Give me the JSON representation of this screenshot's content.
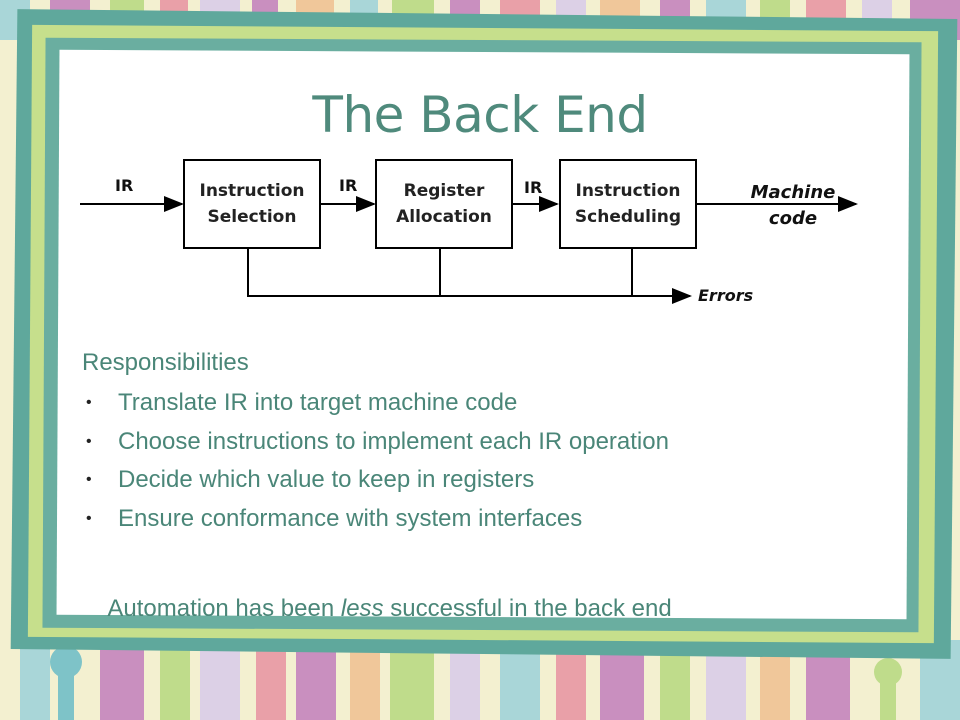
{
  "slide": {
    "title": "The Back End",
    "diagram": {
      "input_label": "IR",
      "boxes": [
        {
          "line1": "Instruction",
          "line2": "Selection"
        },
        {
          "line1": "Register",
          "line2": "Allocation"
        },
        {
          "line1": "Instruction",
          "line2": "Scheduling"
        }
      ],
      "ir_labels": [
        "IR",
        "IR"
      ],
      "output_label_1": "Machine",
      "output_label_2": "code",
      "errors_label": "Errors"
    },
    "responsibilities_heading": "Responsibilities",
    "bullets": [
      "Translate IR into target machine code",
      "Choose instructions to implement each IR operation",
      "Decide which value to keep in registers",
      "Ensure conformance with system interfaces"
    ],
    "footer_before": "Automation has been ",
    "footer_emph": "less",
    "footer_after": " successful in the back end"
  },
  "colors": {
    "title": "#4f8a7c",
    "body_text": "#4a8678",
    "frame_teal": "#5fa89c",
    "frame_lime": "#c6df8c",
    "background": "#f3f0d0"
  }
}
